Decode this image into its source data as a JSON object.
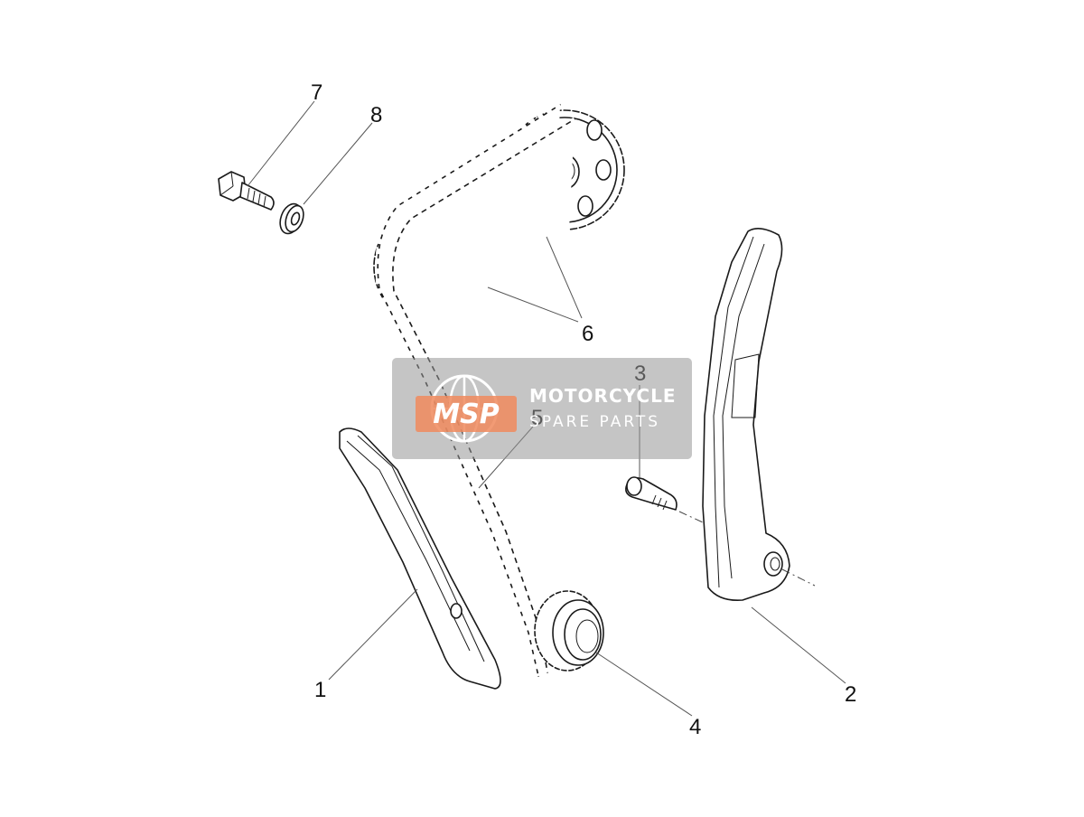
{
  "callouts": {
    "c1": "1",
    "c2": "2",
    "c3": "3",
    "c4": "4",
    "c5": "5",
    "c6": "6",
    "c7": "7",
    "c8": "8"
  },
  "watermark": {
    "logo": "MSP",
    "line1": "MOTORCYCLE",
    "line2": "SPARE PARTS"
  },
  "colors": {
    "line": "#1a1a1a",
    "watermark_bg": "#969696",
    "logo_accent": "#f08a5d"
  }
}
